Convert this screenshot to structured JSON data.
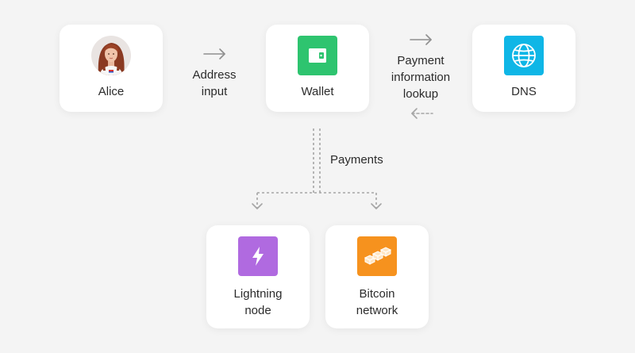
{
  "nodes": {
    "alice": {
      "label": "Alice",
      "icon": "user-avatar"
    },
    "wallet": {
      "label": "Wallet",
      "icon": "wallet-icon",
      "color": "#2ec46f"
    },
    "dns": {
      "label": "DNS",
      "icon": "globe-icon",
      "color": "#0fb6e6"
    },
    "lightning": {
      "label_line1": "Lightning",
      "label_line2": "node",
      "icon": "lightning-bolt-icon",
      "color": "#b06ae0"
    },
    "bitcoin": {
      "label_line1": "Bitcoin",
      "label_line2": "network",
      "icon": "blocks-icon",
      "color": "#f6921e"
    }
  },
  "edges": {
    "address_input": {
      "line1": "Address",
      "line2": "input"
    },
    "payment_lookup": {
      "line1": "Payment",
      "line2": "information",
      "line3": "lookup"
    },
    "payments": {
      "label": "Payments"
    }
  },
  "colors": {
    "background": "#f4f4f4",
    "card": "#ffffff",
    "arrow": "#9a9a9a"
  }
}
